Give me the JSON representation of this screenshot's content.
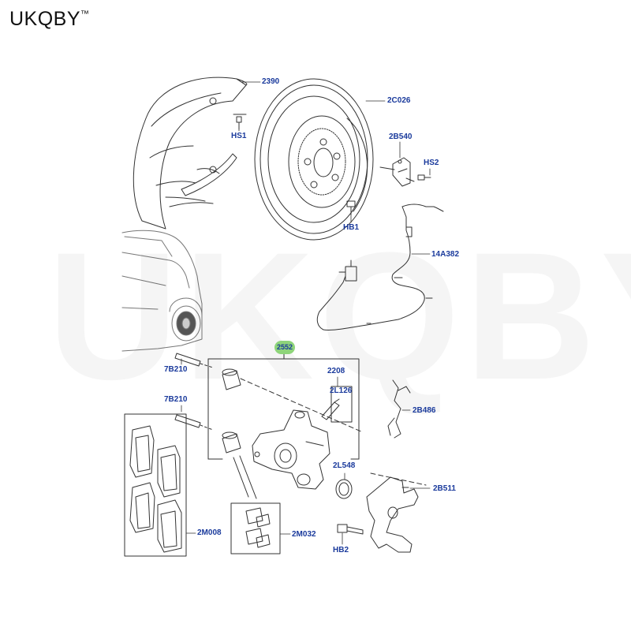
{
  "brand": {
    "name": "UKQBY",
    "trademark": "™"
  },
  "watermark": "UKQBY™",
  "colors": {
    "label": "#1a3a9c",
    "line": "#333333",
    "highlight": "#8ed47a"
  },
  "labels": {
    "l2390": "2390",
    "l2c026": "2C026",
    "lhs1": "HS1",
    "l2b540": "2B540",
    "lhs2": "HS2",
    "lhb1": "HB1",
    "l14a382": "14A382",
    "l2552": "2552",
    "l7b210a": "7B210",
    "l7b210b": "7B210",
    "l2208": "2208",
    "l2l126": "2L126",
    "l2b486": "2B486",
    "l2l548": "2L548",
    "l2b511": "2B511",
    "l2m008": "2M008",
    "l2m032": "2M032",
    "lhb2": "HB2"
  }
}
